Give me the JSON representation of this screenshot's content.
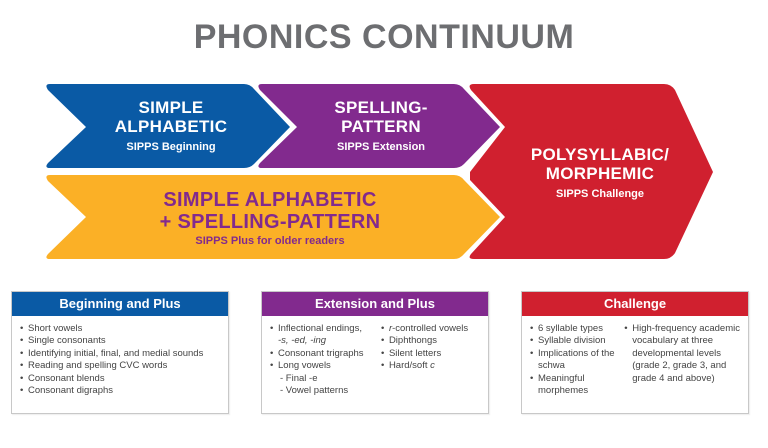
{
  "title": "PHONICS CONTINUUM",
  "colors": {
    "blue": "#0a5aa5",
    "purple": "#822a8e",
    "yellow": "#fbb026",
    "red": "#d0202f",
    "title_gray": "#6d6e71"
  },
  "arrows": {
    "simple_alphabetic": {
      "line1": "SIMPLE",
      "line2": "ALPHABETIC",
      "sub": "SIPPS Beginning"
    },
    "spelling_pattern": {
      "line1": "SPELLING-",
      "line2": "PATTERN",
      "sub": "SIPPS Extension"
    },
    "combined": {
      "line1": "SIMPLE ALPHABETIC",
      "line2": "+ SPELLING-PATTERN",
      "sub": "SIPPS Plus for older readers"
    },
    "polysyllabic": {
      "line1": "POLYSYLLABIC/",
      "line2": "MORPHEMIC",
      "sub": "SIPPS Challenge"
    }
  },
  "boxes": {
    "beginning": {
      "header": "Beginning and Plus",
      "col1": [
        "Short vowels",
        "Single consonants",
        "Identifying initial, final, and medial sounds",
        "Reading and spelling CVC words",
        "Consonant blends",
        "Consonant digraphs"
      ]
    },
    "extension": {
      "header": "Extension and Plus",
      "col1": {
        "item1": "Inflectional endings,",
        "item1_cont": "-s, -ed, -ing",
        "item2": "Consonant trigraphs",
        "item3": "Long vowels",
        "sub1": "- Final -e",
        "sub2": "- Vowel patterns"
      },
      "col2": {
        "item1_prefix": "r",
        "item1": "-controlled vowels",
        "item2": "Diphthongs",
        "item3": "Silent letters",
        "item4": "Hard/soft ",
        "item4_letter": "c"
      }
    },
    "challenge": {
      "header": "Challenge",
      "col1": [
        "6 syllable types",
        "Syllable division",
        "Implications of the schwa",
        "Meaningful morphemes"
      ],
      "col2": [
        "High-frequency academic vocabulary at three developmental levels (grade 2, grade 3, and grade 4 and above)"
      ]
    }
  }
}
